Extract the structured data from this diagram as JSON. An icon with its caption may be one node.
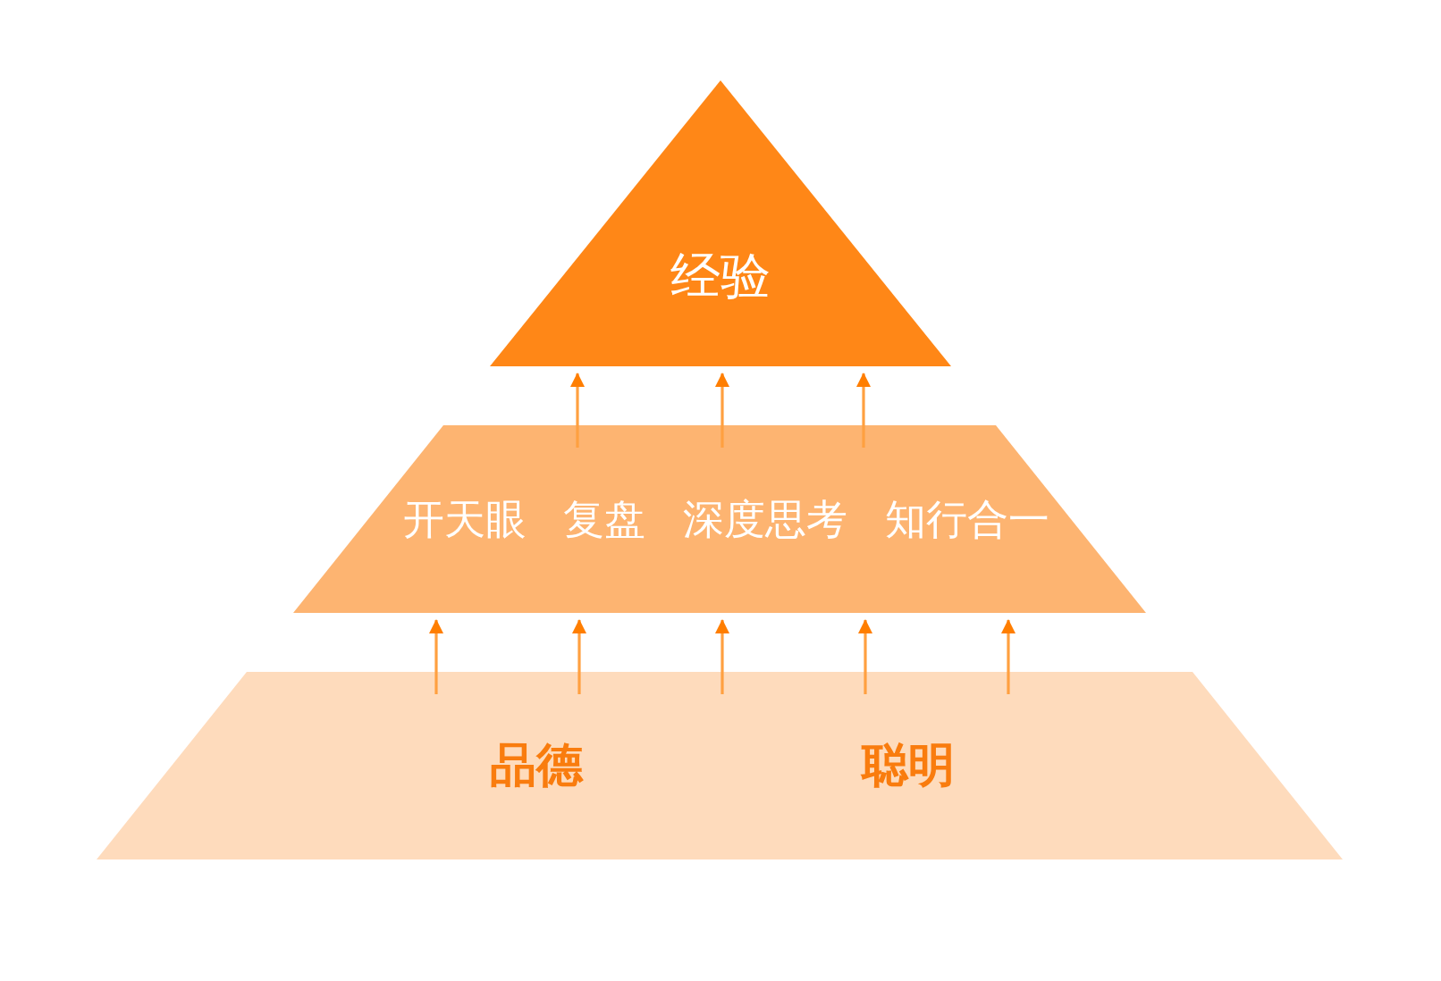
{
  "diagram": {
    "nodes": [
      {
        "text": [
          "经验"
        ]
      },
      {
        "text": [
          "开天眼",
          "复盘",
          "深度思考",
          "知行合一"
        ]
      },
      {
        "text": [
          "品德",
          "聪明"
        ]
      }
    ],
    "edges": [
      {
        "from": 2,
        "to": 1,
        "arrow": "to"
      },
      {
        "from": 2,
        "to": 1,
        "arrow": "to"
      },
      {
        "from": 2,
        "to": 1,
        "arrow": "to"
      },
      {
        "from": 2,
        "to": 1,
        "arrow": "to"
      },
      {
        "from": 2,
        "to": 1,
        "arrow": "to"
      },
      {
        "from": 1,
        "to": 0,
        "arrow": "to"
      },
      {
        "from": 1,
        "to": 0,
        "arrow": "to"
      },
      {
        "from": 1,
        "to": 0,
        "arrow": "to"
      }
    ]
  }
}
